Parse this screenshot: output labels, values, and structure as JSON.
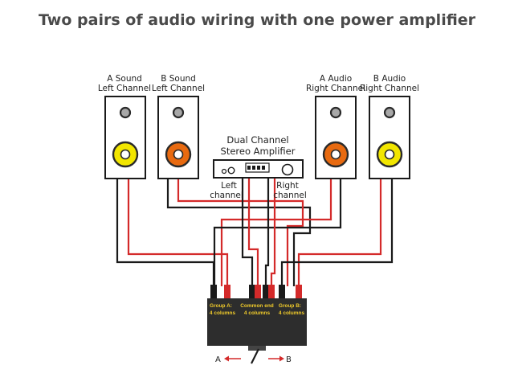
{
  "title": "Two pairs of audio wiring with one power amplifier",
  "speakers": [
    {
      "line1": "A Sound",
      "line2": "Left Channel",
      "woofer_color": "#f2e600"
    },
    {
      "line1": "B Sound",
      "line2": "Left Channel",
      "woofer_color": "#e86a10"
    },
    {
      "line1": "A Audio",
      "line2": "Right Channel",
      "woofer_color": "#e86a10"
    },
    {
      "line1": "B Audio",
      "line2": "Right Channel",
      "woofer_color": "#f2e600"
    }
  ],
  "amplifier": {
    "line1": "Dual Channel",
    "line2": "Stereo Amplifier",
    "left_line1": "Left",
    "left_line2": "channel",
    "right_line1": "Right",
    "right_line2": "channel"
  },
  "switch_box": {
    "group_a_line1": "Group A:",
    "group_a_line2": "4 columns",
    "common_line1": "Common end",
    "common_line2": "4 columns",
    "group_b_line1": "Group B:",
    "group_b_line2": "4 columns"
  },
  "toggle": {
    "left_label": "A",
    "right_label": "B"
  },
  "colors": {
    "wire_red": "#d42a2a",
    "wire_black": "#1a1a1a",
    "box": "#2d2d2d",
    "box_text": "#f2cc2a"
  }
}
